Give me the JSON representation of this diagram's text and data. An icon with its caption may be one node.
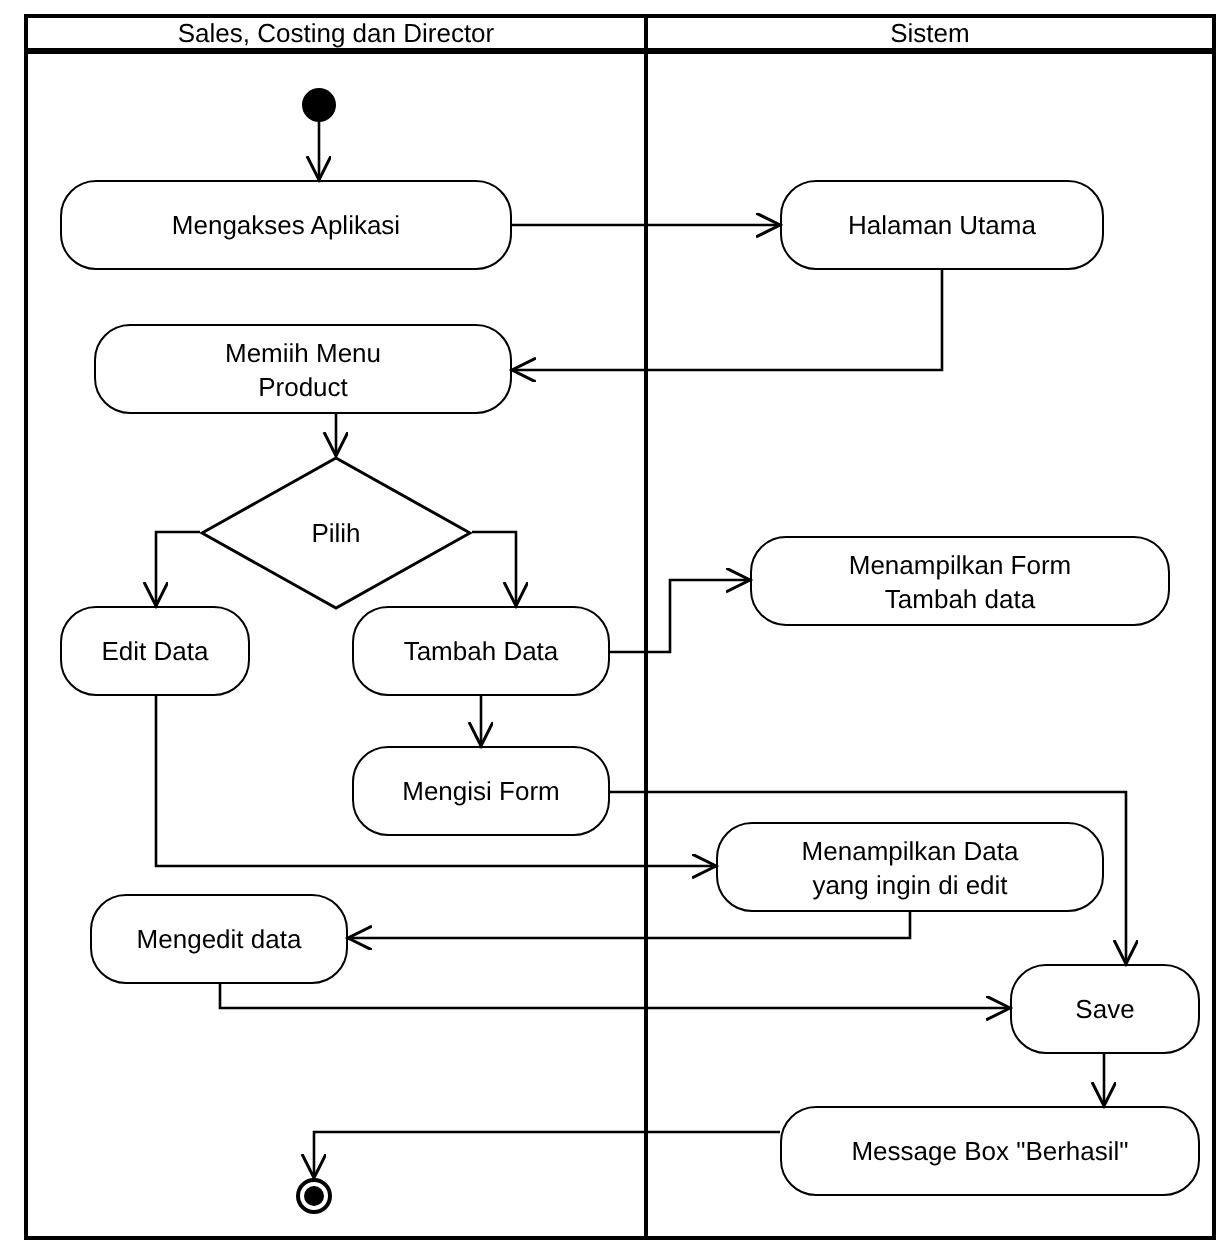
{
  "diagram": {
    "nodes": [
      {
        "text": [
          "Sales, Costing dan Director"
        ]
      },
      {
        "text": [
          "Sistem"
        ]
      },
      {
        "text": [],
        "shape": "circle",
        "in": 0
      },
      {
        "text": [
          "Mengakses Aplikasi"
        ],
        "in": 0
      },
      {
        "text": [
          "Halaman Utama"
        ],
        "in": 1
      },
      {
        "text": [
          "Memiih Menu Product"
        ],
        "in": 0
      },
      {
        "text": [
          "Pilih"
        ],
        "in": 0
      },
      {
        "text": [
          "Edit Data"
        ],
        "in": 0
      },
      {
        "text": [
          "Tambah Data"
        ],
        "in": 0
      },
      {
        "text": [
          "Menampilkan Form Tambah data"
        ],
        "in": 1
      },
      {
        "text": [
          "Mengisi Form"
        ],
        "in": 0
      },
      {
        "text": [
          "Menampilkan Data yang ingin di edit"
        ],
        "in": 1
      },
      {
        "text": [
          "Mengedit data"
        ],
        "in": 0
      },
      {
        "text": [
          "Save"
        ],
        "in": 1
      },
      {
        "text": [
          "Message Box \"Berhasil\""
        ],
        "in": 1
      },
      {
        "text": [],
        "shape": "circle",
        "in": 0
      }
    ],
    "edges": [
      {
        "from": 2,
        "to": 3,
        "arrow": "to"
      },
      {
        "from": 3,
        "to": 4,
        "arrow": "to"
      },
      {
        "from": 4,
        "to": 5,
        "arrow": "to"
      },
      {
        "from": 5,
        "to": 6,
        "arrow": "to"
      },
      {
        "from": 6,
        "to": 7,
        "arrow": "to"
      },
      {
        "from": 6,
        "to": 8,
        "arrow": "to"
      },
      {
        "from": 8,
        "to": 9,
        "arrow": "to"
      },
      {
        "from": 8,
        "to": 10,
        "arrow": "to"
      },
      {
        "from": 7,
        "to": 11,
        "arrow": "to"
      },
      {
        "from": 10,
        "to": 13,
        "arrow": "to"
      },
      {
        "from": 11,
        "to": 12,
        "arrow": "to"
      },
      {
        "from": 12,
        "to": 13,
        "arrow": "to"
      },
      {
        "from": 13,
        "to": 14,
        "arrow": "to"
      },
      {
        "from": 14,
        "to": 15,
        "arrow": "to"
      }
    ]
  }
}
